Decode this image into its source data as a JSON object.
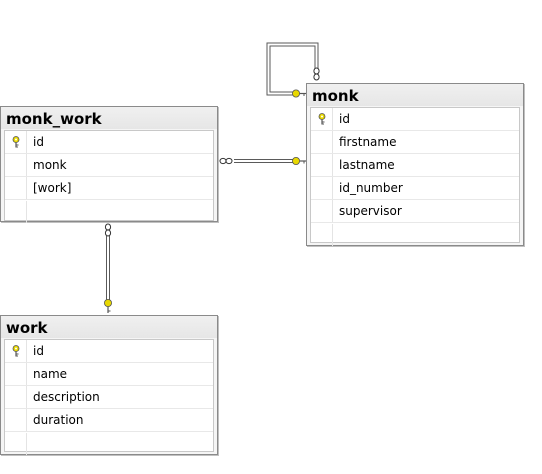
{
  "tables": [
    {
      "name": "monk_work",
      "columns": [
        {
          "name": "id",
          "primary_key": true
        },
        {
          "name": "monk",
          "primary_key": false
        },
        {
          "name": "[work]",
          "primary_key": false
        }
      ]
    },
    {
      "name": "monk",
      "columns": [
        {
          "name": "id",
          "primary_key": true
        },
        {
          "name": "firstname",
          "primary_key": false
        },
        {
          "name": "lastname",
          "primary_key": false
        },
        {
          "name": "id_number",
          "primary_key": false
        },
        {
          "name": "supervisor",
          "primary_key": false
        }
      ]
    },
    {
      "name": "work",
      "columns": [
        {
          "name": "id",
          "primary_key": true
        },
        {
          "name": "name",
          "primary_key": false
        },
        {
          "name": "description",
          "primary_key": false
        },
        {
          "name": "duration",
          "primary_key": false
        }
      ]
    }
  ],
  "relationships": [
    {
      "from_table": "monk_work",
      "from_end": "many",
      "to_table": "monk",
      "to_end": "one-key"
    },
    {
      "from_table": "monk_work",
      "from_end": "many",
      "to_table": "work",
      "to_end": "one-key"
    },
    {
      "from_table": "monk",
      "from_end": "many",
      "to_table": "monk",
      "to_end": "one-key",
      "self_reference": true
    }
  ],
  "colors": {
    "key_icon": "#e8d800",
    "connector": "#5a5a5a",
    "table_border": "#8a8a8a",
    "title_bg": "#ececec"
  }
}
